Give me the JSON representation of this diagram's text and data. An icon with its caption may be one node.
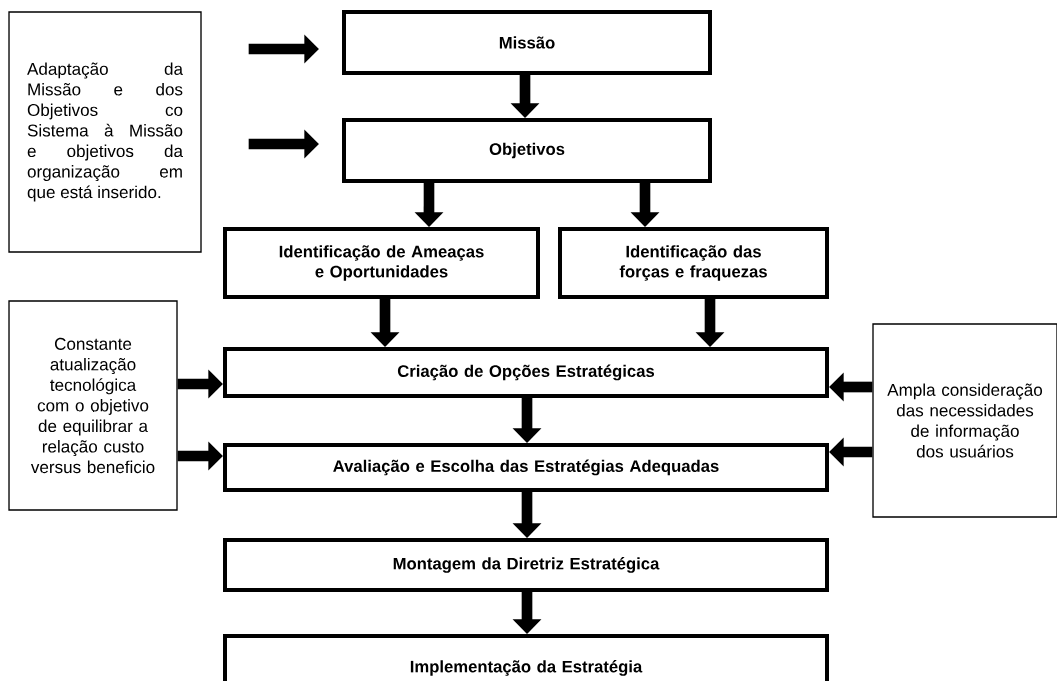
{
  "diagram": {
    "nodes": [
      {
        "text": [
          "Adaptação da Missão e dos Objetivos co Sistema à Missão e objetivos da organização em que está inserido."
        ]
      },
      {
        "text": [
          "Missão"
        ]
      },
      {
        "text": [
          "Objetivos"
        ]
      },
      {
        "text": [
          "Identificação de Ameaças e Oportunidades"
        ]
      },
      {
        "text": [
          "Identificação das forças e fraquezas"
        ]
      },
      {
        "text": [
          "Constante atualização tecnológica com o objetivo de equilibrar a relação custo versus beneficio"
        ]
      },
      {
        "text": [
          "Criação de Opções Estratégicas"
        ]
      },
      {
        "text": [
          "Avaliação e Escolha das Estratégias Adequadas"
        ]
      },
      {
        "text": [
          "Ampla consideração das necessidades de informação dos usuários"
        ]
      },
      {
        "text": [
          "Montagem da Diretriz Estratégica"
        ]
      },
      {
        "text": [
          "Implementação da Estratégia"
        ]
      }
    ],
    "edges": [
      {
        "from": 0,
        "to": 1,
        "arrow": "to"
      },
      {
        "from": 0,
        "to": 2,
        "arrow": "to"
      },
      {
        "from": 1,
        "to": 2,
        "arrow": "to"
      },
      {
        "from": 2,
        "to": 3,
        "arrow": "to"
      },
      {
        "from": 2,
        "to": 4,
        "arrow": "to"
      },
      {
        "from": 3,
        "to": 6,
        "arrow": "to"
      },
      {
        "from": 4,
        "to": 6,
        "arrow": "to"
      },
      {
        "from": 5,
        "to": 6,
        "arrow": "to"
      },
      {
        "from": 5,
        "to": 7,
        "arrow": "to"
      },
      {
        "from": 8,
        "to": 6,
        "arrow": "to"
      },
      {
        "from": 8,
        "to": 7,
        "arrow": "to"
      },
      {
        "from": 6,
        "to": 7,
        "arrow": "to"
      },
      {
        "from": 7,
        "to": 9,
        "arrow": "to"
      },
      {
        "from": 9,
        "to": 10,
        "arrow": "to"
      }
    ]
  }
}
